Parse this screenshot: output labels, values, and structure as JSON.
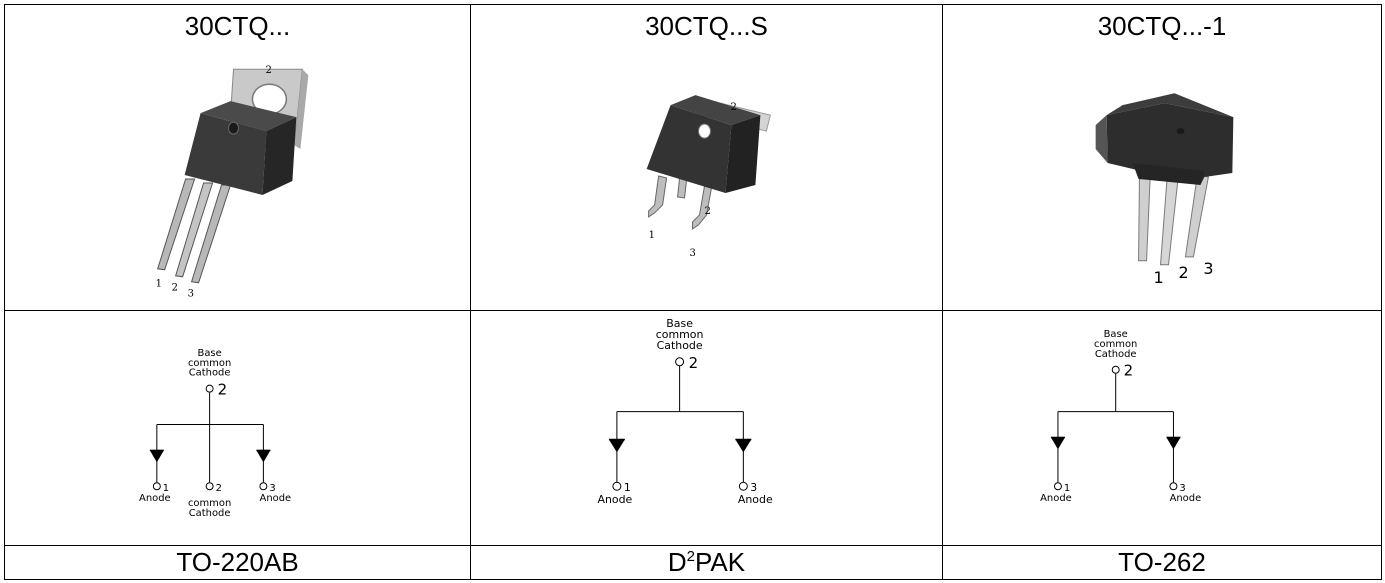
{
  "packages": [
    {
      "part": "30CTQ...",
      "package": "TO-220AB",
      "pins": [
        "1",
        "2",
        "3",
        "2"
      ],
      "schematic": {
        "base_label": [
          "Base",
          "common",
          "Cathode"
        ],
        "pin2": "2",
        "pin1": "1",
        "pin1_label": "Anode",
        "pin2b": "2",
        "pin2b_label": [
          "common",
          "Cathode"
        ],
        "pin3": "3",
        "pin3_label": "Anode"
      }
    },
    {
      "part": "30CTQ...S",
      "package_main": "D",
      "package_sup": "2",
      "package_tail": "PAK",
      "pins": [
        "1",
        "2",
        "3",
        "2"
      ],
      "schematic": {
        "base_label": [
          "Base",
          "common",
          "Cathode"
        ],
        "pin2": "2",
        "pin1": "1",
        "pin1_label": "Anode",
        "pin3": "3",
        "pin3_label": "Anode"
      }
    },
    {
      "part": "30CTQ...-1",
      "package": "TO-262",
      "pins": [
        "1",
        "2",
        "3"
      ],
      "schematic": {
        "base_label": [
          "Base",
          "common",
          "Cathode"
        ],
        "pin2": "2",
        "pin1": "1",
        "pin1_label": "Anode",
        "pin3": "3",
        "pin3_label": "Anode"
      }
    }
  ]
}
